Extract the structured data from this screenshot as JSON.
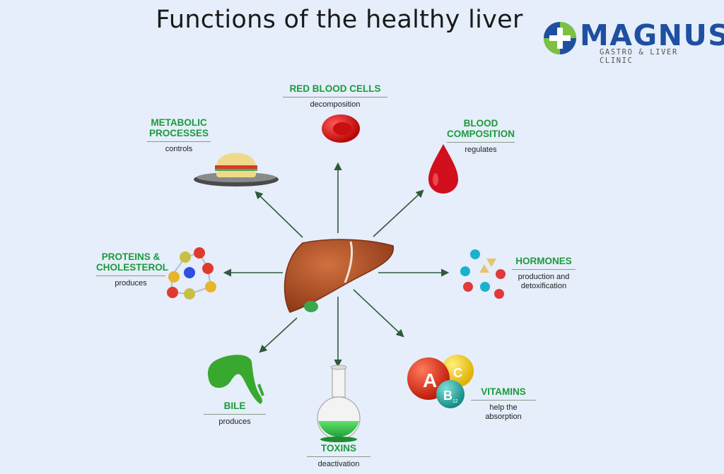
{
  "title": "Functions of the healthy liver",
  "brand": {
    "name": "MAGNUS",
    "subtitle": "GASTRO & LIVER CLINIC",
    "colors": {
      "blue": "#1f4fa0",
      "green": "#7cc142"
    }
  },
  "functions": [
    {
      "id": "red-blood-cells",
      "heading": "RED BLOOD CELLS",
      "description": "decomposition",
      "icon": "red-blood-cell-icon"
    },
    {
      "id": "blood-composition",
      "heading": "BLOOD COMPOSITION",
      "description": "regulates",
      "icon": "blood-drop-icon"
    },
    {
      "id": "hormones",
      "heading": "HORMONES",
      "description": "production and detoxification",
      "icon": "hormone-molecules-icon"
    },
    {
      "id": "vitamins",
      "heading": "VITAMINS",
      "description": "help the absorption",
      "icon": "vitamin-spheres-icon"
    },
    {
      "id": "toxins",
      "heading": "TOXINS",
      "description": "deactivation",
      "icon": "flask-icon"
    },
    {
      "id": "bile",
      "heading": "BILE",
      "description": "produces",
      "icon": "gallbladder-icon"
    },
    {
      "id": "proteins-cholesterol",
      "heading": "PROTEINS & CHOLESTEROL",
      "description": "produces",
      "icon": "molecule-ring-icon"
    },
    {
      "id": "metabolic-processes",
      "heading": "METABOLIC PROCESSES",
      "description": "controls",
      "icon": "burger-icon"
    }
  ],
  "vitamin_letters": {
    "a": "A",
    "c": "C",
    "b": "B",
    "b_sub": "12"
  },
  "colors": {
    "heading": "#1d9a3d",
    "arrow": "#2f5a3a",
    "liver": "#b5542a",
    "background": "#e5eefa"
  }
}
